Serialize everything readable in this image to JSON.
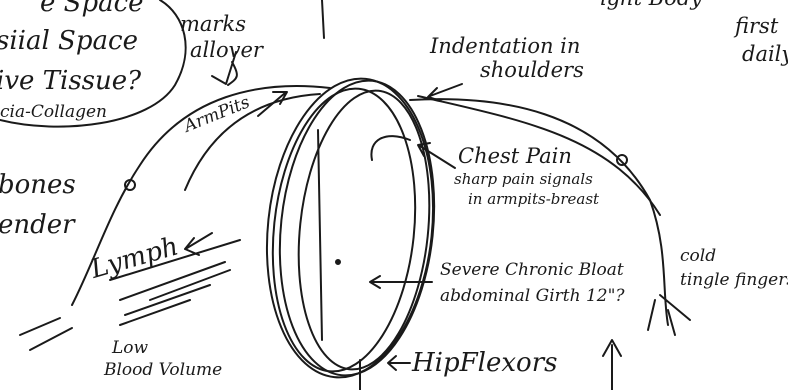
{
  "colors": {
    "ink": "#1a1a1a",
    "paper": "#ffffff"
  },
  "notes": {
    "top_left_cutoff": "e Space",
    "interstitial": "siial Space",
    "connective_tissue": "ive Tissue?",
    "fascia_collagen": "cia-Collagen",
    "marks_allover_1": "marks",
    "marks_allover_2": "allover",
    "indentation_1": "Indentation in",
    "indentation_2": "shoulders",
    "top_right_cutoff": "ight Body",
    "first": "first",
    "daily": "daily",
    "armpits": "ArmPits",
    "bones": "bones",
    "tender": "ender",
    "lymph": "Lymph",
    "chest_pain": "Chest Pain",
    "sharp_pain_1": "sharp pain signals",
    "sharp_pain_2": "in armpits-breast",
    "severe_bloat": "Severe Chronic Bloat",
    "abdominal_girth": "abdominal Girth 12\"?",
    "cold": "cold",
    "tingle_fingers": "tingle fingers",
    "low_blood_1": "Low",
    "low_blood_2": "Blood Volume",
    "hip_flexors": "HipFlexors"
  }
}
